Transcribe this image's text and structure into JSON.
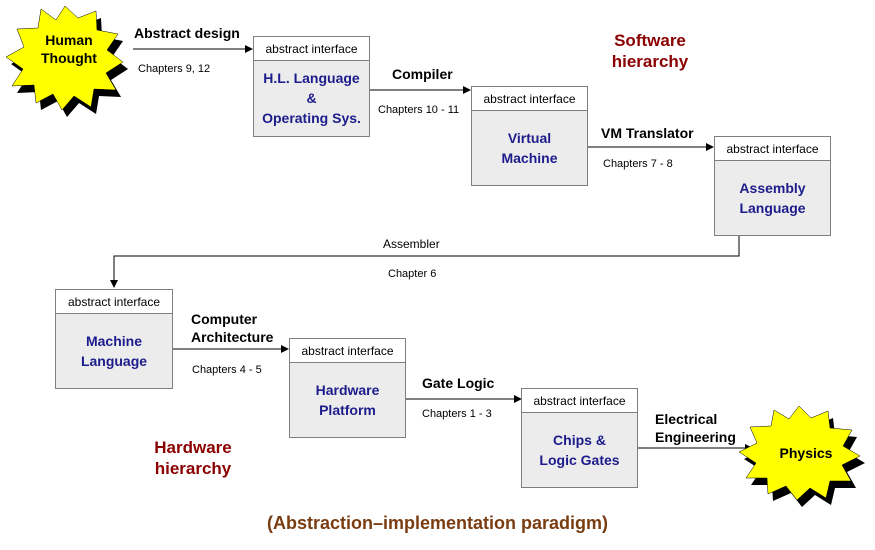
{
  "bursts": {
    "human": {
      "label": "Human\nThought",
      "fill": "#ffff00"
    },
    "physics": {
      "label": "Physics",
      "fill": "#ffff00"
    }
  },
  "abstract_interface_label": "abstract interface",
  "boxes": {
    "hl_language": {
      "header": "abstract interface",
      "label": "H.L. Language\n&\nOperating Sys."
    },
    "virtual_machine": {
      "header": "abstract interface",
      "label": "Virtual\nMachine"
    },
    "assembly_language": {
      "header": "abstract interface",
      "label": "Assembly\nLanguage"
    },
    "machine_language": {
      "header": "abstract interface",
      "label": "Machine\nLanguage"
    },
    "hardware_platform": {
      "header": "abstract interface",
      "label": "Hardware\nPlatform"
    },
    "chips_logic_gates": {
      "header": "abstract interface",
      "label": "Chips &\nLogic Gates"
    }
  },
  "transitions": {
    "abstract_design": {
      "label": "Abstract design",
      "chapters": "Chapters 9, 12"
    },
    "compiler": {
      "label": "Compiler",
      "chapters": "Chapters 10 - 11"
    },
    "vm_translator": {
      "label": "VM Translator",
      "chapters": "Chapters 7 - 8"
    },
    "assembler": {
      "label": "Assembler",
      "chapters": "Chapter 6"
    },
    "computer_architecture": {
      "label": "Computer\nArchitecture",
      "chapters": "Chapters  4 - 5"
    },
    "gate_logic": {
      "label": "Gate Logic",
      "chapters": "Chapters  1 - 3"
    },
    "electrical_engineering": {
      "label": "Electrical\nEngineering"
    }
  },
  "hierarchies": {
    "software": "Software\nhierarchy",
    "hardware": "Hardware\nhierarchy"
  },
  "caption": "(Abstraction–implementation paradigm)",
  "colors": {
    "box_fill": "#ececec",
    "box_text": "#1c1c8c",
    "hierarchy_text": "#8b0000",
    "caption_text": "#7a3d12",
    "burst_fill": "#ffff00"
  }
}
